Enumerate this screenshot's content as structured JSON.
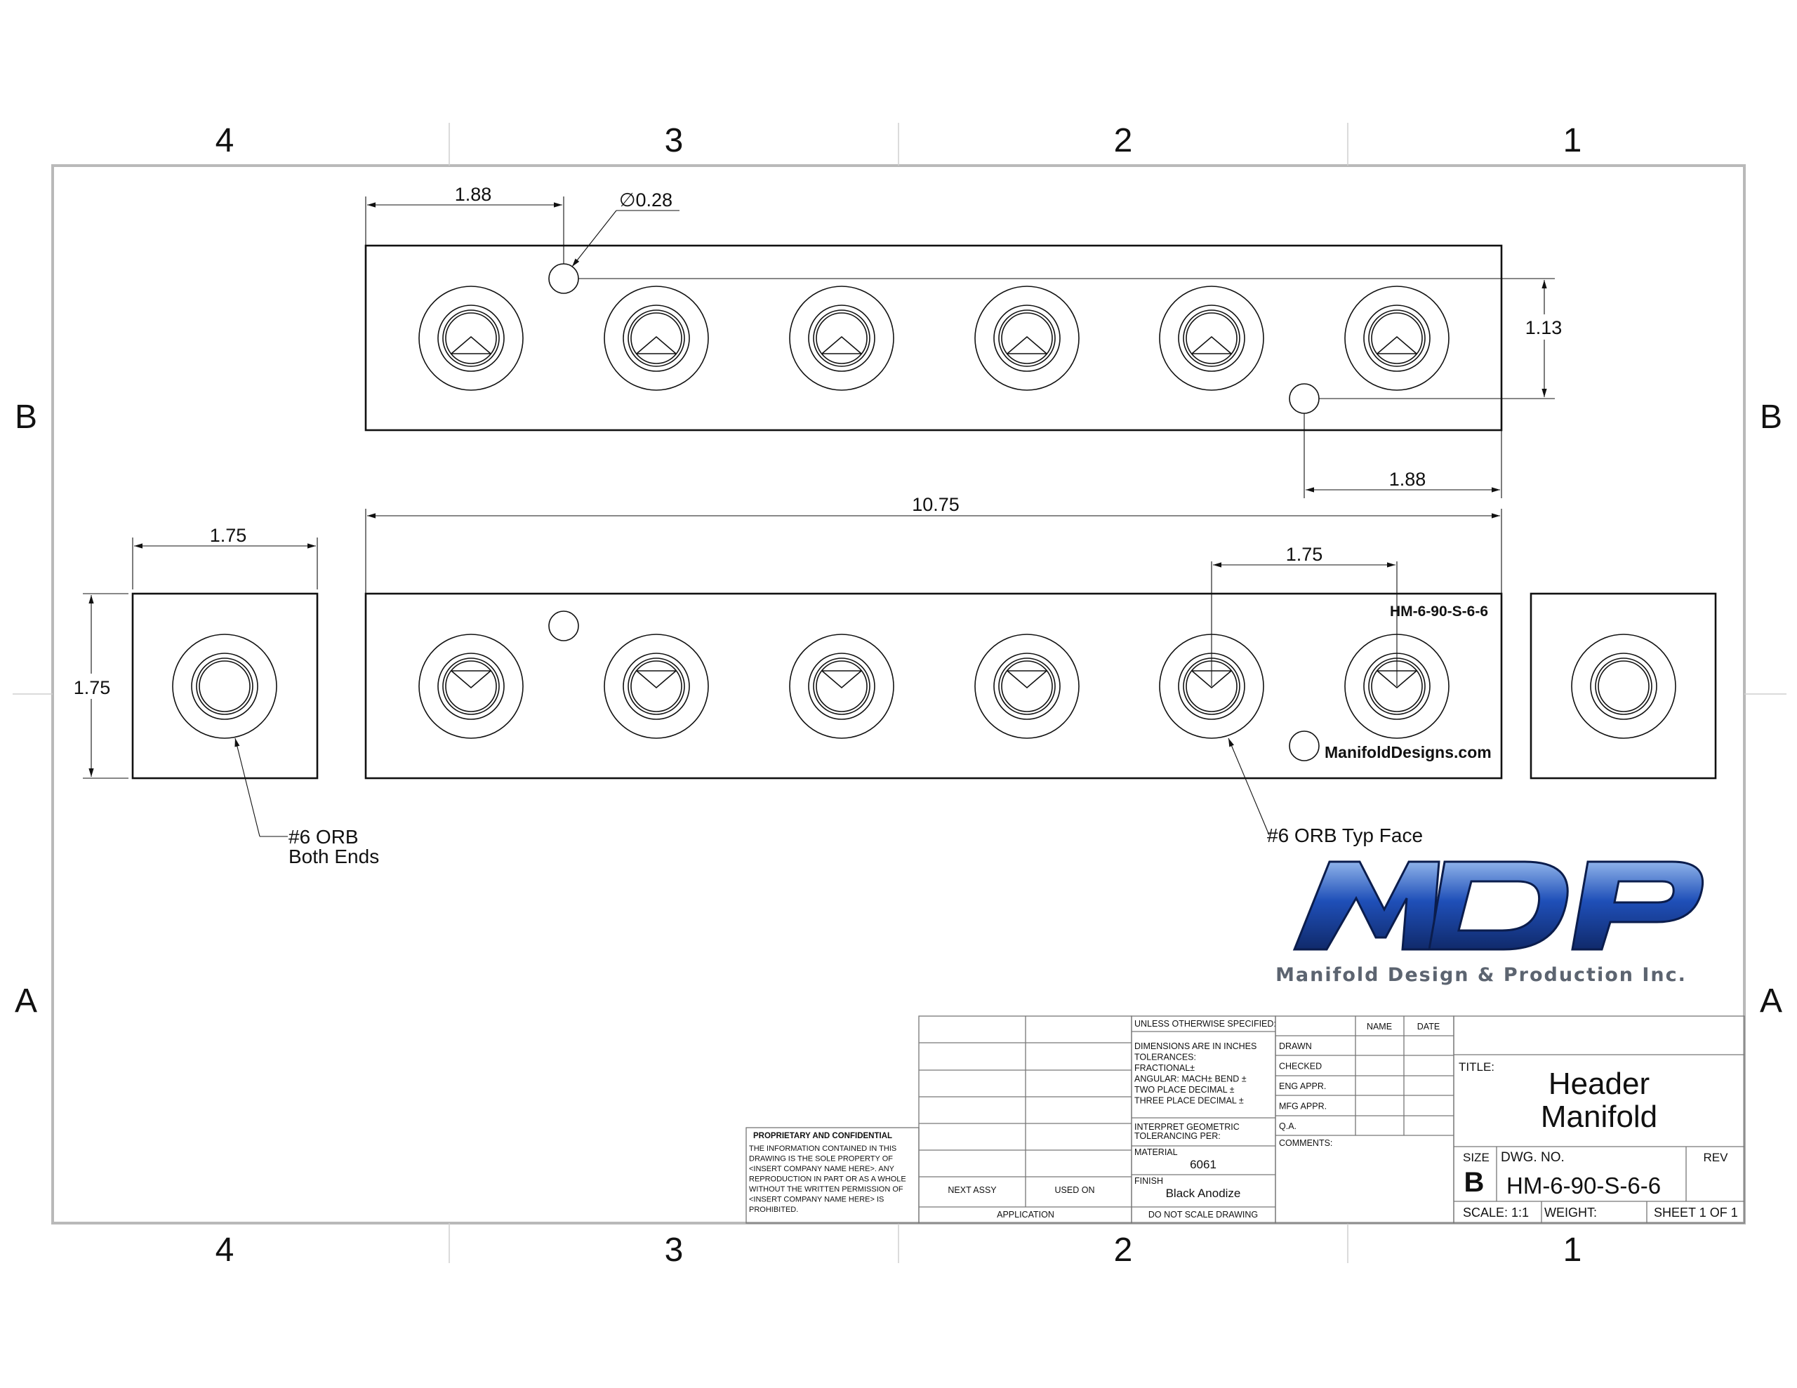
{
  "zones": {
    "columns": [
      "4",
      "3",
      "2",
      "1"
    ],
    "rows": [
      "B",
      "A"
    ]
  },
  "dimensions": {
    "top_hole_offset": "1.88",
    "hole_dia": "∅0.28",
    "hole_spacing_v": "1.13",
    "bottom_hole_offset": "1.88",
    "overall_length": "10.75",
    "port_pitch": "1.75",
    "end_width": "1.75",
    "end_height": "1.75"
  },
  "part_mark": "HM-6-90-S-6-6",
  "website": "ManifoldDesigns.com",
  "callouts": {
    "end_ports_line1": "#6 ORB",
    "end_ports_line2": "Both Ends",
    "face_ports": "#6 ORB Typ Face"
  },
  "logo": {
    "letters": "MDP",
    "company": "Manifold Design & Production Inc.",
    "colors": {
      "dark": "#102a6b",
      "mid": "#1f4fb8",
      "light": "#8fb3ea"
    }
  },
  "title_block": {
    "proprietary": {
      "heading": "PROPRIETARY AND CONFIDENTIAL",
      "lines": [
        "THE INFORMATION CONTAINED IN THIS",
        "DRAWING IS THE SOLE PROPERTY OF",
        "<INSERT COMPANY NAME HERE>.  ANY",
        "REPRODUCTION IN PART OR AS A WHOLE",
        "WITHOUT THE WRITTEN PERMISSION OF",
        "<INSERT COMPANY NAME HERE> IS",
        "PROHIBITED."
      ]
    },
    "next_assy": "NEXT ASSY",
    "used_on": "USED ON",
    "application": "APPLICATION",
    "unless_specified": "UNLESS OTHERWISE SPECIFIED:",
    "tolerance_lines": [
      "DIMENSIONS ARE IN INCHES",
      "TOLERANCES:",
      "FRACTIONAL±",
      "ANGULAR: MACH±    BEND ±",
      "TWO PLACE DECIMAL    ±",
      "THREE PLACE DECIMAL  ±"
    ],
    "interpret_lines": [
      "INTERPRET GEOMETRIC",
      "TOLERANCING PER:"
    ],
    "material_label": "MATERIAL",
    "material": "6061",
    "finish_label": "FINISH",
    "finish": "Black Anodize",
    "do_not_scale": "DO NOT SCALE DRAWING",
    "name_hdr": "NAME",
    "date_hdr": "DATE",
    "approvals": [
      "DRAWN",
      "CHECKED",
      "ENG APPR.",
      "MFG APPR.",
      "Q.A."
    ],
    "comments": "COMMENTS:",
    "title_label": "TITLE:",
    "title_line1": "Header",
    "title_line2": "Manifold",
    "size_label": "SIZE",
    "size": "B",
    "dwg_no_label": "DWG.  NO.",
    "dwg_no": "HM-6-90-S-6-6",
    "rev_label": "REV",
    "scale": "SCALE: 1:1",
    "weight": "WEIGHT:",
    "sheet": "SHEET 1 OF 1"
  }
}
